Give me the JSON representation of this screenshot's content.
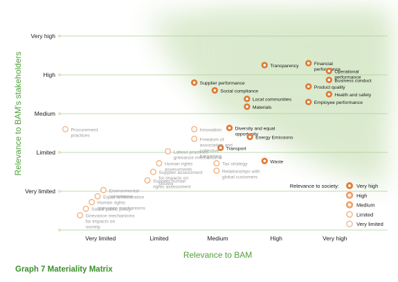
{
  "caption": "Graph 7 Materiality Matrix",
  "colors": {
    "accent": "#e07b39",
    "accent_light": "#f2b27f",
    "green_text": "#4fa03a",
    "green_shade": "#dcebd0",
    "grid": "#a9cf95",
    "label_dark": "#1a1a1a",
    "label_muted": "#9a9a9a"
  },
  "chart_data": {
    "type": "scatter",
    "title": "",
    "xlabel": "Relevance to BAM",
    "ylabel": "Relevance to BAM's stakeholders",
    "x_ticks": [
      "Very limited",
      "Limited",
      "Medium",
      "High",
      "Very high"
    ],
    "y_ticks": [
      "Very high",
      "High",
      "Medium",
      "Limited",
      "Very limited"
    ],
    "xlim": [
      0.3,
      5.9
    ],
    "ylim": [
      0,
      5.75
    ],
    "grid": "horizontal",
    "highlight_region": "green shaded area, upper right",
    "legend": {
      "title": "Relevance to society:",
      "placement": "bottom-right",
      "entries": [
        "Very high",
        "High",
        "Medium",
        "Limited",
        "Very limited"
      ]
    },
    "points": [
      {
        "label": "Transparency",
        "x": 3.8,
        "y": 4.25,
        "level": 5
      },
      {
        "label": "Financial performance",
        "x": 4.55,
        "y": 4.3,
        "level": 5
      },
      {
        "label": "Operational performance",
        "x": 4.9,
        "y": 4.1,
        "level": 5
      },
      {
        "label": "Business conduct",
        "x": 4.9,
        "y": 3.87,
        "level": 5
      },
      {
        "label": "Product quality",
        "x": 4.55,
        "y": 3.7,
        "level": 5
      },
      {
        "label": "Health and safety",
        "x": 4.9,
        "y": 3.5,
        "level": 5
      },
      {
        "label": "Employee performance",
        "x": 4.55,
        "y": 3.3,
        "level": 5
      },
      {
        "label": "Supplier performance",
        "x": 2.6,
        "y": 3.8,
        "level": 5
      },
      {
        "label": "Social compliance",
        "x": 2.95,
        "y": 3.6,
        "level": 5
      },
      {
        "label": "Local communities",
        "x": 3.5,
        "y": 3.38,
        "level": 5
      },
      {
        "label": "Materials",
        "x": 3.5,
        "y": 3.18,
        "level": 5
      },
      {
        "label": "Diversity and equal opportunity",
        "x": 3.2,
        "y": 2.63,
        "level": 5
      },
      {
        "label": "Energy Emissions",
        "x": 3.55,
        "y": 2.4,
        "level": 5
      },
      {
        "label": "Transport",
        "x": 3.05,
        "y": 2.12,
        "level": 5
      },
      {
        "label": "Waste",
        "x": 3.8,
        "y": 1.78,
        "level": 5
      },
      {
        "label": "Procurement practices",
        "x": 0.4,
        "y": 2.6,
        "level": 1
      },
      {
        "label": "Innovation",
        "x": 2.6,
        "y": 2.6,
        "level": 2
      },
      {
        "label": "Freedom of association and collective bargaining",
        "x": 2.6,
        "y": 2.35,
        "level": 2
      },
      {
        "label": "Labour practices grievance mechanisms",
        "x": 2.15,
        "y": 2.03,
        "level": 2
      },
      {
        "label": "Human rights assessments",
        "x": 2.0,
        "y": 1.72,
        "level": 2
      },
      {
        "label": "Supplier assessment for impacts on society",
        "x": 1.9,
        "y": 1.5,
        "level": 2
      },
      {
        "label": "Supplier human rights assessment",
        "x": 1.8,
        "y": 1.28,
        "level": 2
      },
      {
        "label": "Tax strategy",
        "x": 2.98,
        "y": 1.72,
        "level": 2
      },
      {
        "label": "Relationships with global customers",
        "x": 2.98,
        "y": 1.53,
        "level": 2
      },
      {
        "label": "Environmental compliance",
        "x": 1.05,
        "y": 1.03,
        "level": 2
      },
      {
        "label": "Equal remuneration",
        "x": 0.95,
        "y": 0.87,
        "level": 2
      },
      {
        "label": "Human rights grievance mechanisms",
        "x": 0.85,
        "y": 0.72,
        "level": 2
      },
      {
        "label": "Social public policy",
        "x": 0.75,
        "y": 0.55,
        "level": 2
      },
      {
        "label": "Grievance mechanisms for impacts on society",
        "x": 0.65,
        "y": 0.38,
        "level": 2
      }
    ]
  }
}
